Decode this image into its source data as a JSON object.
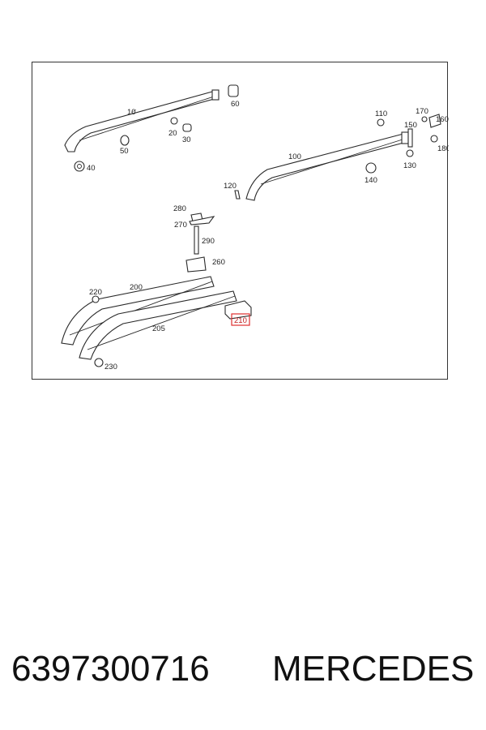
{
  "diagram": {
    "callouts": {
      "c10": "10",
      "c20": "20",
      "c30": "30",
      "c40": "40",
      "c50": "50",
      "c60": "60",
      "c100": "100",
      "c110": "110",
      "c120": "120",
      "c130": "130",
      "c140": "140",
      "c150": "150",
      "c160": "160",
      "c170": "170",
      "c180": "180",
      "c200": "200",
      "c205": "205",
      "c210": "210",
      "c220": "220",
      "c230": "230",
      "c260": "260",
      "c270": "270",
      "c280": "280",
      "c290": "290"
    },
    "highlight_color": "#e03030",
    "highlighted_callout": "210"
  },
  "footer": {
    "part_number": "6397300716",
    "brand": "MERCEDES"
  }
}
